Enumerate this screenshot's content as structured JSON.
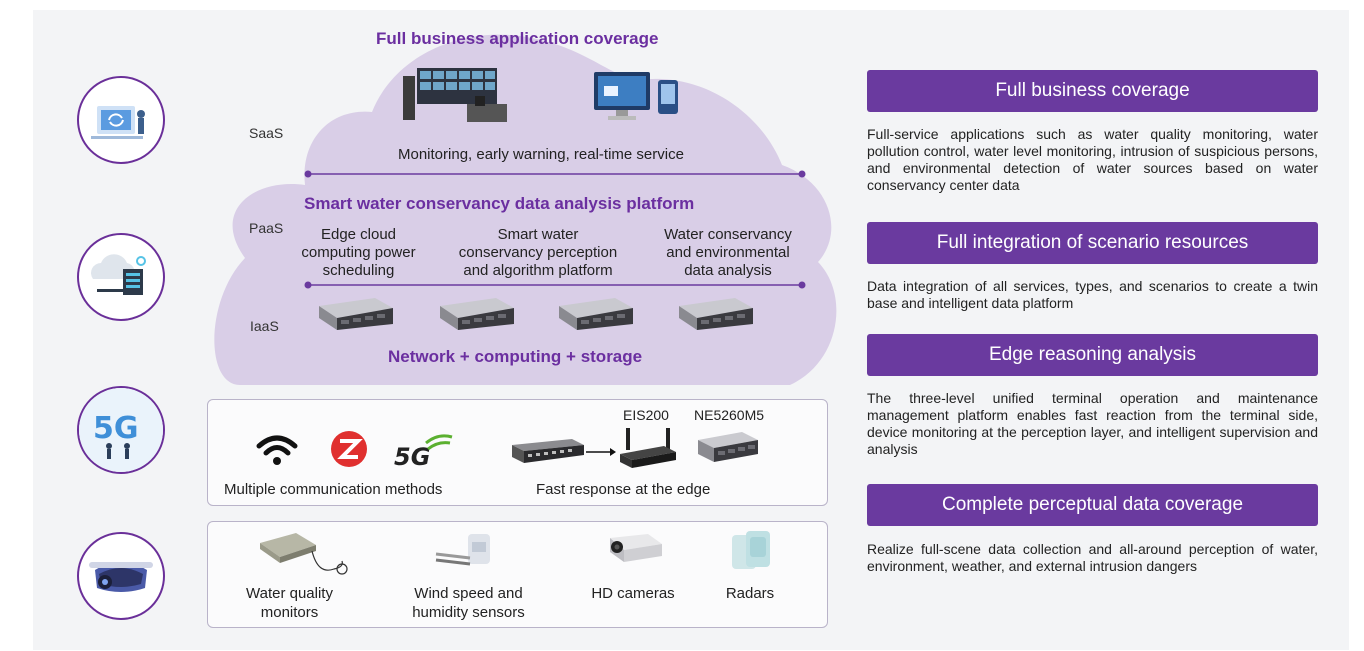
{
  "cloud": {
    "top_title": "Full business application coverage",
    "saas_label": "SaaS",
    "paas_label": "PaaS",
    "iaas_label": "IaaS",
    "saas_caption": "Monitoring, early warning, real-time service",
    "platform_title": "Smart water conservancy data analysis platform",
    "paas_items": [
      "Edge cloud computing power scheduling",
      "Smart water conservancy perception and algorithm platform",
      "Water conservancy and environmental data analysis"
    ],
    "paas_lines": [
      [
        "Edge cloud",
        "computing power",
        "scheduling"
      ],
      [
        "Smart water",
        "conservancy perception",
        "and algorithm platform"
      ],
      [
        "Water conservancy",
        "and environmental",
        "data analysis"
      ]
    ],
    "bottom_title": "Network + computing + storage"
  },
  "network_box": {
    "caption_left": "Multiple communication methods",
    "caption_right": "Fast response at the edge",
    "label_eis": "EIS200",
    "label_ne": "NE5260M5",
    "label_5g": "5G"
  },
  "sensor_box": {
    "items": [
      {
        "lines": [
          "Water quality",
          "monitors"
        ]
      },
      {
        "lines": [
          "Wind speed and",
          "humidity sensors"
        ]
      },
      {
        "lines": [
          "HD cameras"
        ]
      },
      {
        "lines": [
          "Radars"
        ]
      }
    ]
  },
  "right": {
    "sections": [
      {
        "title": "Full business coverage",
        "desc": "Full-service applications such as water quality monitoring, water pollution control, water level monitoring, intrusion of suspicious persons, and environmental detection of water sources based on water conservancy center data"
      },
      {
        "title": "Full integration of scenario resources",
        "desc": "Data integration of all services, types, and scenarios to create a twin base and intelligent data platform"
      },
      {
        "title": "Edge reasoning analysis",
        "desc": "The three-level unified terminal operation and maintenance management platform enables fast reaction from the terminal side, device monitoring at the perception layer, and intelligent supervision and analysis"
      },
      {
        "title": "Complete perceptual data coverage",
        "desc": "Realize full-scene data collection and all-around perception of water, environment, weather, and external intrusion dangers"
      }
    ]
  },
  "colors": {
    "accent": "#6a3a9f",
    "cloud": "#d8cde6",
    "panel": "#f3f4f6"
  },
  "icons": [
    "cloud-app-icon",
    "cloud-server-icon",
    "5g-icon",
    "vr-headset-icon",
    "wifi-icon",
    "zigbee-icon",
    "5g-logo-icon",
    "switch-icon",
    "router-icon",
    "server-rack-icon",
    "water-quality-monitor-icon",
    "wind-sensor-icon",
    "hd-camera-icon",
    "radar-icon"
  ]
}
